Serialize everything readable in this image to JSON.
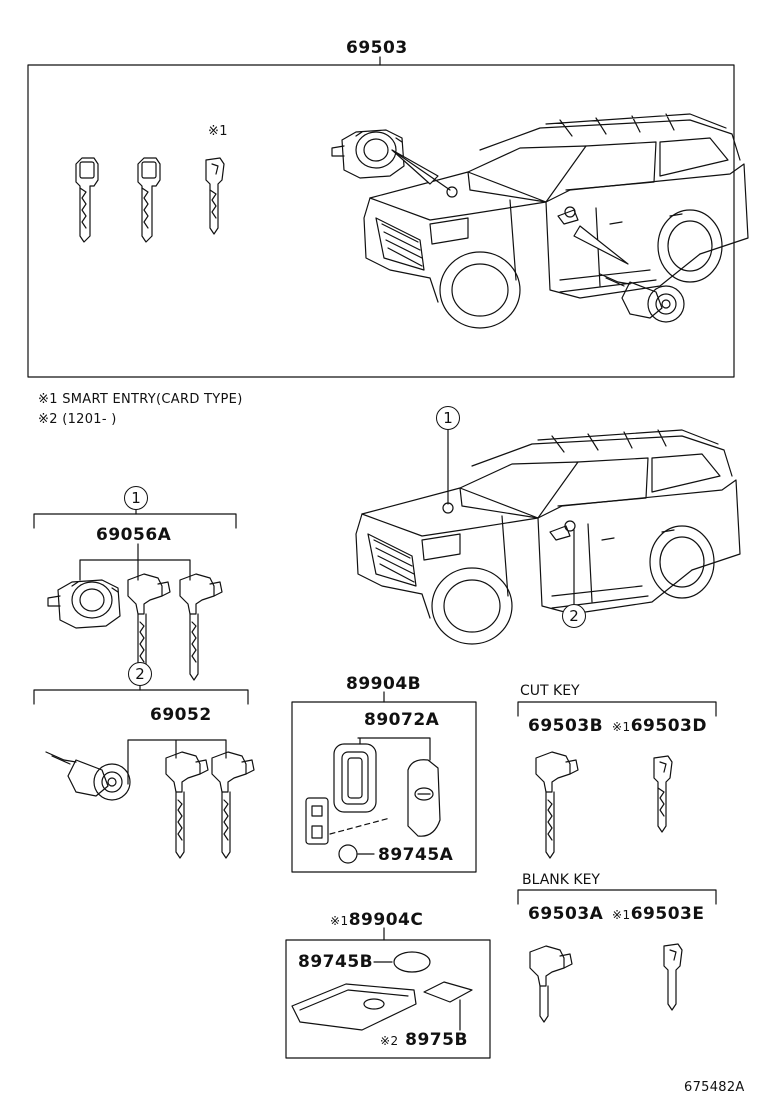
{
  "notes": {
    "note1": "※1 SMART ENTRY(CARD TYPE)",
    "note2": "※2 (1201-        )"
  },
  "parts": {
    "main_assy": "69503",
    "set_1": "69056A",
    "set_2": "69052",
    "smart_key": "89904B",
    "smart_key_case": "89072A",
    "battery_a": "89745A",
    "card_key_marker": "※1",
    "card_key": "89904C",
    "battery_b": "89745B",
    "card_label_marker": "※2",
    "card_label": "8975B",
    "cut_key": "69503B",
    "cut_key_card_marker": "※1",
    "cut_key_card": "69503D",
    "blank_key": "69503A",
    "blank_key_card_marker": "※1",
    "blank_key_card": "69503E",
    "card_key_callout_marker": "※1"
  },
  "captions": {
    "cut_key": "CUT KEY",
    "blank_key": "BLANK KEY"
  },
  "callouts": {
    "one": "1",
    "two": "2"
  },
  "figure_id": "675482A"
}
